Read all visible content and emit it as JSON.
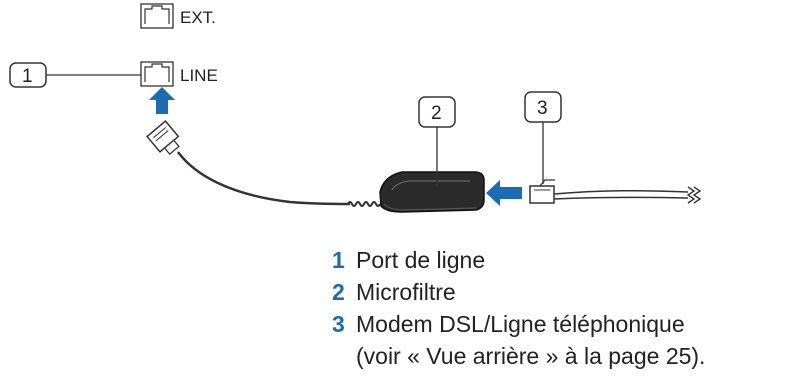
{
  "ports": {
    "ext_label": "EXT.",
    "line_label": "LINE"
  },
  "callouts": [
    "1",
    "2",
    "3"
  ],
  "legend": [
    {
      "number": "1",
      "lines": [
        "Port de ligne"
      ]
    },
    {
      "number": "2",
      "lines": [
        "Microfiltre"
      ]
    },
    {
      "number": "3",
      "lines": [
        "Modem DSL/Ligne téléphonique",
        "(voir « Vue arrière » à la page 25)."
      ]
    }
  ],
  "colors": {
    "arrow_blue": "#1a6cb5",
    "line_dark": "#333333",
    "filter_body": "#2b2b2b"
  },
  "icons": {
    "ext_port": "phone-jack-icon",
    "line_port": "phone-jack-icon",
    "up_arrow": "arrow-up-icon",
    "left_arrow": "arrow-left-icon"
  }
}
